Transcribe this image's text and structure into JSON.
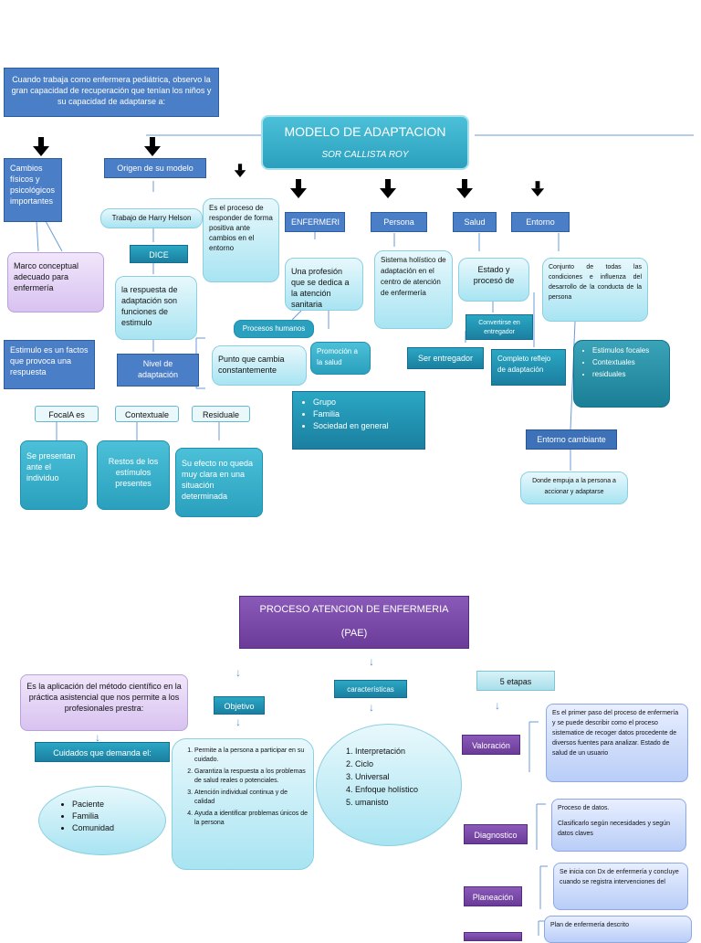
{
  "roy": {
    "intro": "Cuando trabaja como enfermera pediátrica, observo la gran capacidad de recuperación que tenían los niños y su capacidad de adaptarse a:",
    "title": "MODELO DE ADAPTACION",
    "subtitle": "SOR CALLISTA ROY",
    "cambios": "Cambios físicos y psicológicos importantes",
    "marco": "Marco conceptual adecuado para enfermería",
    "estimulo": "Estimulo es un factos que provoca una respuesta",
    "origen": "Origen de su modelo",
    "helson": "Trabajo de Harry Helson",
    "dice": "DICE",
    "respuesta": "la respuesta de adaptación son funciones de estimulo",
    "nivel": "Nivel de adaptación",
    "proceso": "Es el proceso de responder de forma positiva ante cambios en el entorno",
    "focales": "FocalA es",
    "contextuale": "Contextuale",
    "residuale": "Residuale",
    "focal_desc": "Se presentan ante el individuo",
    "contextual_desc": "Restos de los estímulos presentes",
    "residual_desc": "Su efecto no queda muy clara en una situación determinada",
    "enfermeri": "ENFERMERI",
    "persona": "Persona",
    "salud": "Salud",
    "entorno": "Entorno",
    "profesion": "Una profesión que se dedica a la atención sanitaria",
    "procesos_humanos": "Procesos humanos",
    "punto": "Punto que cambia constantemente",
    "promocion": "Promoción a la salud",
    "grupo_items": [
      "Grupo",
      "Familia",
      "Sociedad en general"
    ],
    "sistema": "Sistema holístico de adaptación en el centro de atención de enfermería",
    "estado": "Estado y procesó de",
    "convertirse": "Convertirse en entregador",
    "ser_entregador": "Ser entregador",
    "completo": "Completo reflejo de adaptación",
    "conjunto": "Conjunto de todas las condiciones e influenza del desarrollo de la conducta de la persona",
    "estimulos_items": [
      "Estimulos focales",
      "Contextuales",
      "residuales"
    ],
    "entorno_cambiante": "Entorno cambiante",
    "donde": "Donde empuja a la persona a accionar y adaptarse"
  },
  "pae": {
    "title": "PROCESO ATENCION DE ENFERMERIA",
    "subtitle": "(PAE)",
    "aplicacion": "Es la aplicación del método científico en la práctica asistencial que nos permite a los profesionales prestra:",
    "cuidados": "Cuidados que demanda el:",
    "cuidados_items": [
      "Paciente",
      "Familia",
      "Comunidad"
    ],
    "objetivo": "Objetivo",
    "objetivo_items": [
      "Permite a la persona a participar en su cuidado.",
      "Garantiza la respuesta a los problemas de salud reales o potenciales.",
      "Atención individual continua y de calidad",
      "Ayuda a identificar problemas únicos de la persona"
    ],
    "caracteristicas": "características",
    "caracteristicas_items": [
      "Interpretación",
      "Ciclo",
      "Universal",
      "Enfoque holístico",
      "umanisto"
    ],
    "etapas": "5 etapas",
    "valoracion": "Valoración",
    "valoracion_desc": "Es el primer paso del proceso de enfermería y se puede describir como el proceso sistematice de recoger datos procedente de diversos fuentes para analizar. Estado de salud de un usuario",
    "diagnostico": "Diagnostico",
    "diagnostico_desc1": "Proceso de datos.",
    "diagnostico_desc2": "Clasificarlo según necesidades y según datos claves",
    "planeacion": "Planeación",
    "planeacion_desc": "Se inicia con Dx de enfermería y concluye cuando se registra intervenciones del",
    "ejecucion_desc": "Plan de enfermería descrito"
  }
}
